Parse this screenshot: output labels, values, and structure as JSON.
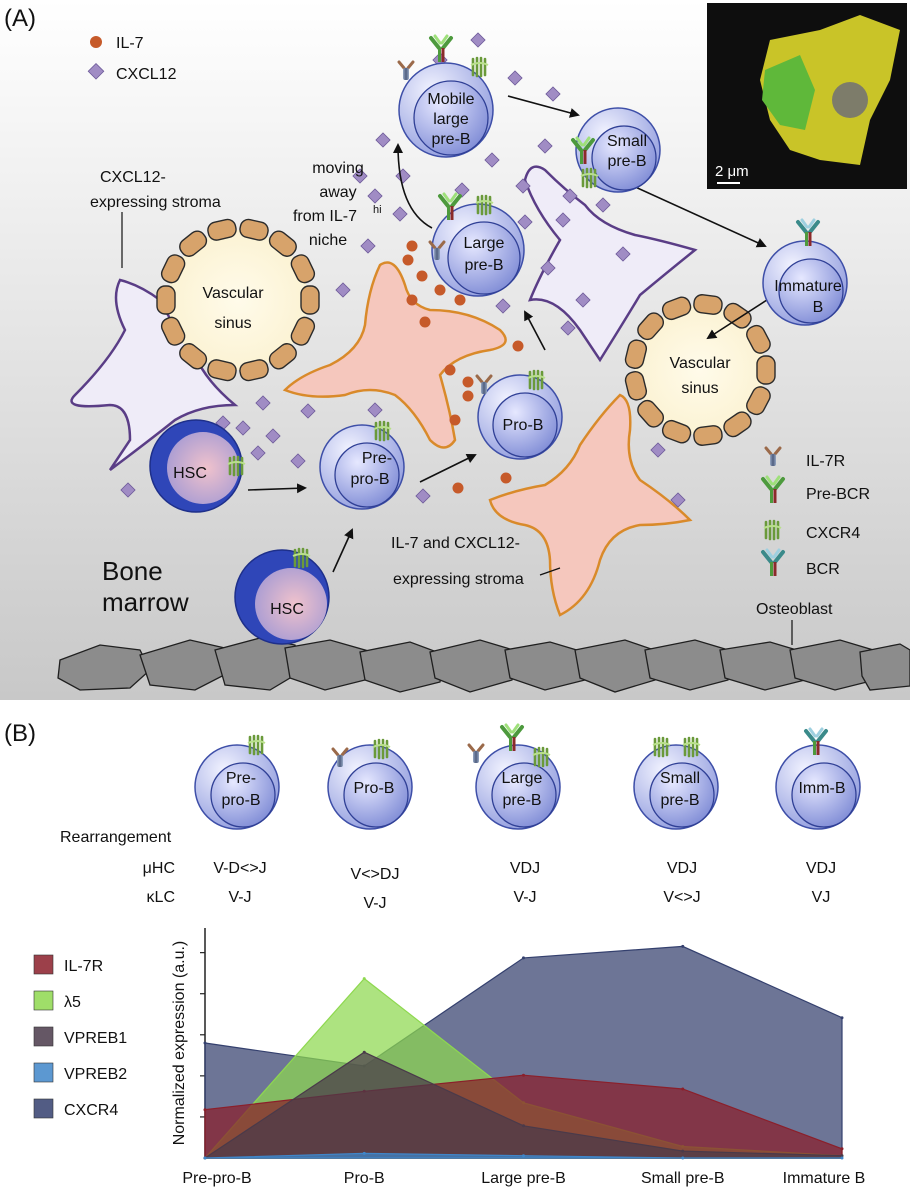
{
  "panel_a": {
    "label": "(A)",
    "legend_top": {
      "il7": "IL-7",
      "cxcl12": "CXCL12"
    },
    "stroma_cxcl12_label": [
      "CXCL12-",
      "expressing stroma"
    ],
    "vascular_sinus_left": [
      "Vascular",
      "sinus"
    ],
    "vascular_sinus_right": [
      "Vascular",
      "sinus"
    ],
    "moving_away": [
      "moving",
      "away",
      "from IL-7",
      "hi",
      "niche"
    ],
    "cells": {
      "mobile_large_pre_b": [
        "Mobile",
        "large",
        "pre-B"
      ],
      "small_pre_b": [
        "Small",
        "pre-B"
      ],
      "large_pre_b": [
        "Large",
        "pre-B"
      ],
      "immature_b": [
        "Immature",
        "B"
      ],
      "pro_b": [
        "Pro-B"
      ],
      "pre_pro_b": [
        "Pre-",
        "pro-B"
      ],
      "hsc_top": [
        "HSC"
      ],
      "hsc_bottom": [
        "HSC"
      ]
    },
    "il7_stroma_label": [
      "IL-7 and CXCL12-",
      "expressing stroma"
    ],
    "bone_marrow": [
      "Bone",
      "marrow"
    ],
    "osteoblast": "Osteoblast",
    "scale_bar": "2 μm",
    "receptor_legend": [
      {
        "label": "IL-7R",
        "icon": "il7r-icon"
      },
      {
        "label": "Pre-BCR",
        "icon": "pre-bcr-icon"
      },
      {
        "label": "CXCR4",
        "icon": "cxcr4-icon"
      },
      {
        "label": "BCR",
        "icon": "bcr-icon"
      }
    ]
  },
  "panel_b": {
    "label": "(B)",
    "cells": [
      [
        "Pre-",
        "pro-B"
      ],
      [
        "Pro-B"
      ],
      [
        "Large",
        "pre-B"
      ],
      [
        "Small",
        "pre-B"
      ],
      [
        "Imm-B"
      ]
    ],
    "rearrangement_title": "Rearrangement",
    "rows": [
      {
        "label": "μHC",
        "values": [
          "V-D<>J",
          "V<>DJ",
          "VDJ",
          "VDJ",
          "VDJ"
        ]
      },
      {
        "label": "κLC",
        "values": [
          "V-J",
          "V-J",
          "V-J",
          "V<>J",
          "VJ"
        ]
      }
    ]
  },
  "colors": {
    "il7r": "#8b1f2a",
    "lambda5": "#8ed84f",
    "vpreb1": "#4a3a4a",
    "vpreb2": "#3f86c9",
    "cxcr4": "#34406e",
    "cell": "#9aa6e6",
    "stroma_pink": "#f3c2b8",
    "stroma_purple": "#ece8f6"
  },
  "chart_data": {
    "type": "area",
    "categories": [
      "Pre-pro-B",
      "Pro-B",
      "Large pre-B",
      "Small pre-B",
      "Immature B"
    ],
    "ylabel": "Normalized expression (a.u.)",
    "xlabel": "",
    "ylim": [
      0,
      1
    ],
    "grid": false,
    "legend_position": "left",
    "series": [
      {
        "name": "CXCR4",
        "color": "#34406e",
        "values": [
          0.5,
          0.4,
          0.87,
          0.92,
          0.61
        ]
      },
      {
        "name": "λ5",
        "color": "#8ed84f",
        "values": [
          0.0,
          0.78,
          0.24,
          0.05,
          0.01
        ]
      },
      {
        "name": "IL-7R",
        "color": "#8b1f2a",
        "values": [
          0.21,
          0.29,
          0.36,
          0.3,
          0.04
        ]
      },
      {
        "name": "VPREB1",
        "color": "#4a3a4a",
        "values": [
          0.0,
          0.46,
          0.14,
          0.03,
          0.01
        ]
      },
      {
        "name": "VPREB2",
        "color": "#3f86c9",
        "values": [
          0.0,
          0.02,
          0.01,
          0.0,
          0.0
        ]
      }
    ],
    "legend_order": [
      "IL-7R",
      "λ5",
      "VPREB1",
      "VPREB2",
      "CXCR4"
    ]
  }
}
